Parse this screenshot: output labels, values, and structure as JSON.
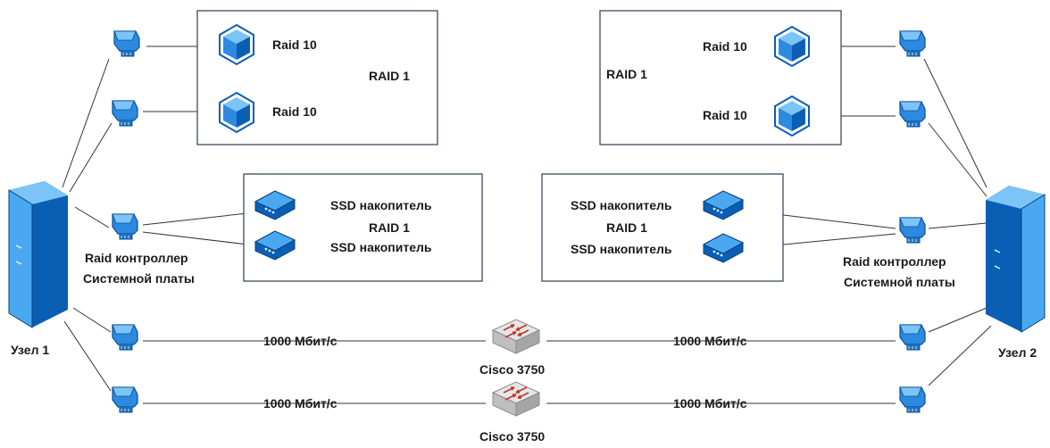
{
  "diagram": {
    "node1": {
      "label": "Узел 1"
    },
    "node2": {
      "label": "Узел 2"
    },
    "left_raid_box": {
      "disk1": "Raid 10",
      "disk2": "Raid 10",
      "title": "RAID 1"
    },
    "right_raid_box": {
      "disk1": "Raid 10",
      "disk2": "Raid 10",
      "title": "RAID 1"
    },
    "left_ssd_box": {
      "ssd1": "SSD накопитель",
      "raid": "RAID 1",
      "ssd2": "SSD накопитель"
    },
    "right_ssd_box": {
      "ssd1": "SSD накопитель",
      "raid": "RAID 1",
      "ssd2": "SSD накопитель"
    },
    "left_controller": {
      "line1": "Raid контроллер",
      "line2": "Системной платы"
    },
    "right_controller": {
      "line1": "Raid контроллер",
      "line2": "Системной платы"
    },
    "links": {
      "row1_left": "1000 Мбит/с",
      "row1_right": "1000 Мбит/с",
      "row2_left": "1000 Мбит/с",
      "row2_right": "1000 Мбит/с"
    },
    "switches": {
      "switch1": "Cisco 3750",
      "switch2": "Cisco 3750"
    }
  },
  "colors": {
    "blue_dark": "#0a5fb4",
    "blue_light": "#4aa8f0",
    "box_border": "#3b4c5e"
  },
  "icons": [
    "server-icon",
    "network-card-icon",
    "disk-cube-icon",
    "ssd-drive-icon",
    "switch-icon"
  ]
}
